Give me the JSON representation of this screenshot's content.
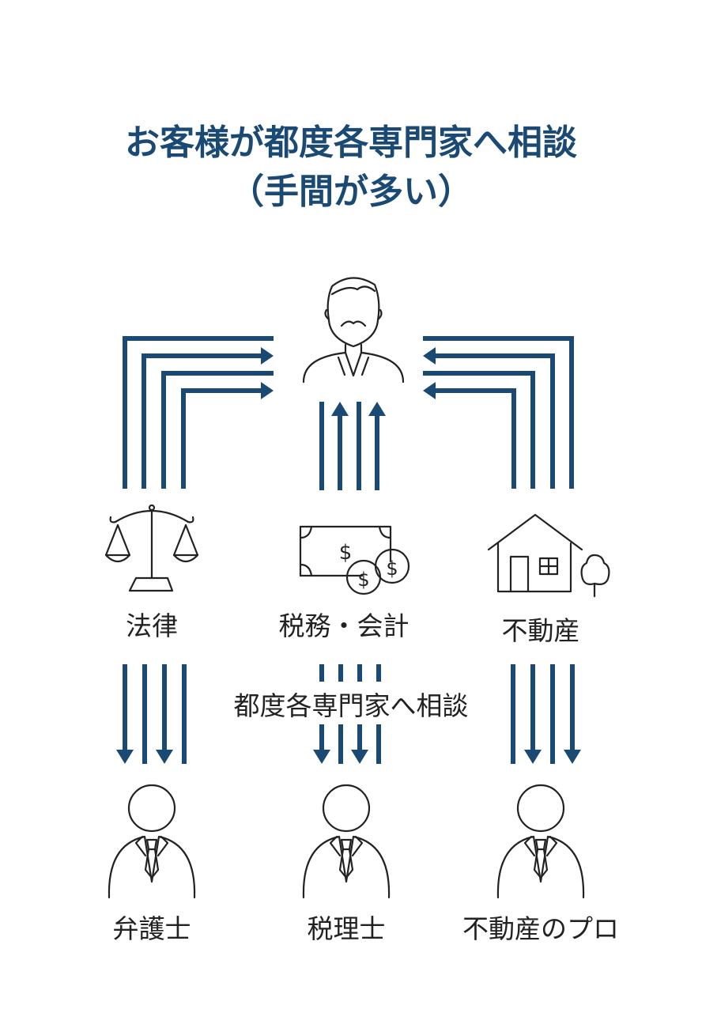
{
  "title": {
    "line1": "お客様が都度各専門家へ相談",
    "line2": "（手間が多い）"
  },
  "colors": {
    "accent": "#1a4a74",
    "ink": "#222222"
  },
  "client_icon": "client-person-icon",
  "categories": [
    {
      "label": "法律",
      "icon": "scales-icon"
    },
    {
      "label": "税務・会計",
      "icon": "money-icon"
    },
    {
      "label": "不動産",
      "icon": "house-icon"
    }
  ],
  "center_label": "都度各専門家へ相談",
  "experts": [
    {
      "label": "弁護士",
      "icon": "lawyer-icon"
    },
    {
      "label": "税理士",
      "icon": "tax-accountant-icon"
    },
    {
      "label": "不動産のプロ",
      "icon": "realestate-pro-icon"
    }
  ]
}
